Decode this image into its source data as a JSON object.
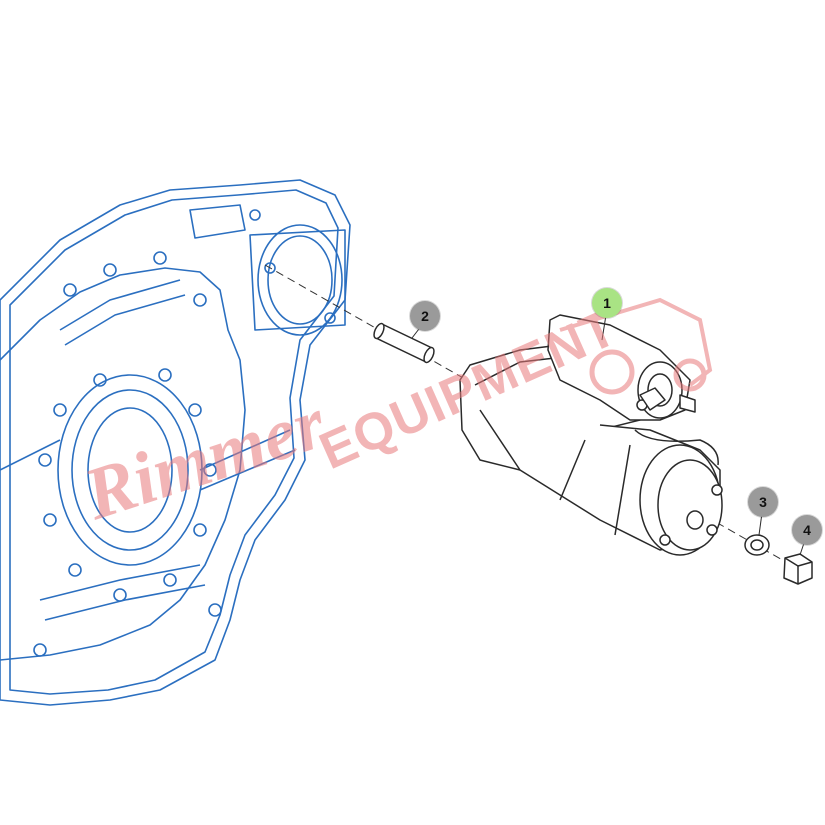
{
  "diagram": {
    "callouts": [
      {
        "id": "1",
        "label": "1",
        "part": "starter-motor",
        "style": "primary"
      },
      {
        "id": "2",
        "label": "2",
        "part": "dowel-pin",
        "style": "secondary"
      },
      {
        "id": "3",
        "label": "3",
        "part": "washer",
        "style": "secondary"
      },
      {
        "id": "4",
        "label": "4",
        "part": "nut",
        "style": "secondary"
      }
    ],
    "colors": {
      "housing_line": "#2b6fc0",
      "part_line": "#2a2a2a",
      "primary_callout": "#a9e384",
      "secondary_callout": "#9a9a9a",
      "watermark": "#e8787a"
    },
    "watermark": {
      "text": "Rimmer EQUIPMENT"
    }
  }
}
